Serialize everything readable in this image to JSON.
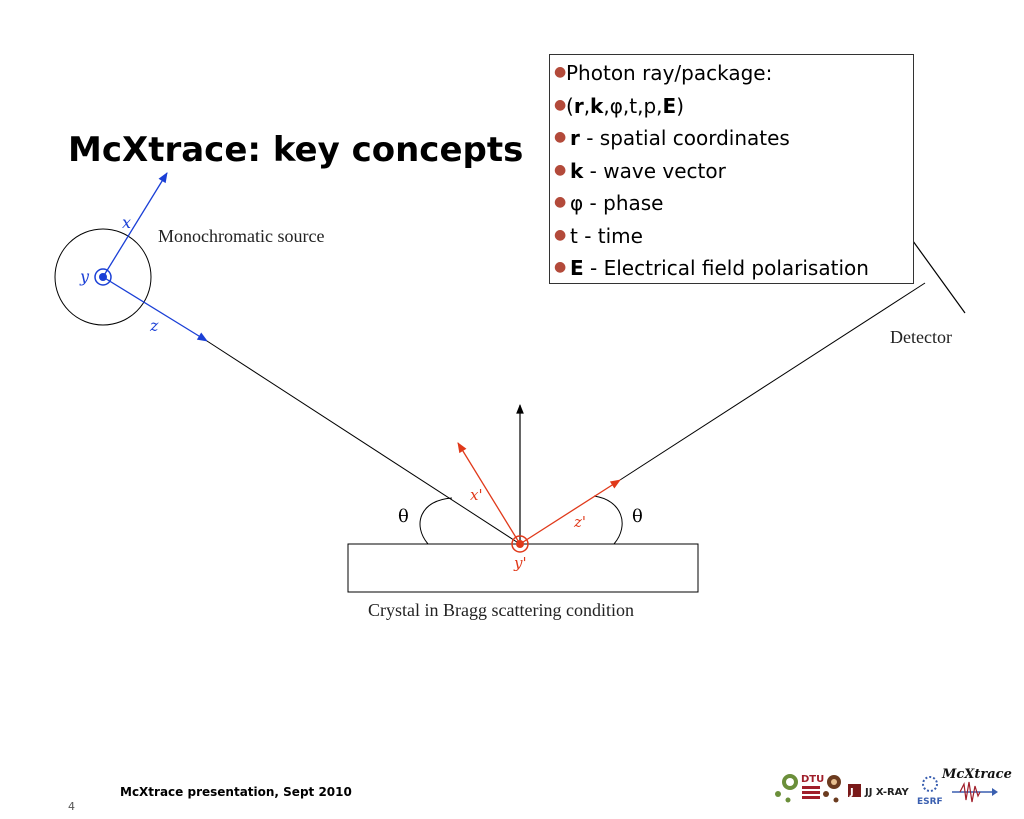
{
  "slide": {
    "title": "McXtrace: key concepts",
    "page_number": "4",
    "footer": "McXtrace presentation, Sept 2010"
  },
  "diagram": {
    "source_label": "Monochromatic source",
    "detector_label": "Detector",
    "crystal_label": "Crystal in Bragg scattering condition",
    "axis_x": "x",
    "axis_y": "y",
    "axis_z": "z",
    "axis_x_prime": "x'",
    "axis_y_prime": "y'",
    "axis_z_prime": "z'",
    "theta_left": "θ",
    "theta_right": "θ",
    "blue_color": "#1a3fd6",
    "red_color": "#e0391a"
  },
  "info_box": {
    "line1": "Photon ray/package:",
    "line2_open": "(",
    "line2_r": "r",
    "line2_c1": ",",
    "line2_k": "k",
    "line2_mid": ",φ,t,p,",
    "line2_E": "E",
    "line2_close": ")",
    "line3_sym": "r",
    "line3_text": " - spatial coordinates",
    "line4_sym": "k",
    "line4_text": " - wave vector",
    "line5_text": "φ - phase",
    "line6_text": "t - time",
    "line7_sym": "E",
    "line7_text": " - Electrical field polarisation",
    "bullet_color": "#b34a3a"
  },
  "logos": {
    "brand_text": "McXtrace",
    "dtu_text": "DTU",
    "jjxray_text": "JJ X-RAY",
    "esrf_text": "ESRF"
  }
}
